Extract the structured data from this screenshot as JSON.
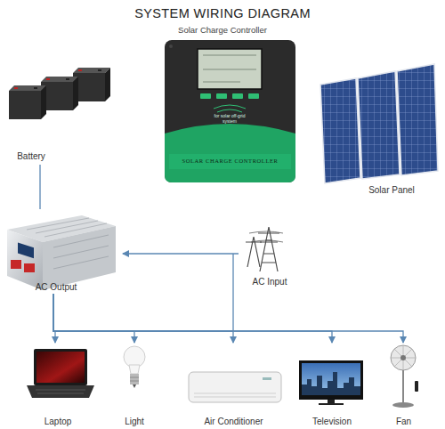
{
  "diagram": {
    "title": "SYSTEM WIRING DIAGRAM",
    "nodes": [
      {
        "text": [
          "Solar Charge Controller",
          "SOLAR CHARGE CONTROLLER"
        ]
      },
      {
        "text": [
          "Battery"
        ]
      },
      {
        "text": [
          "Solar Panel"
        ]
      },
      {
        "text": [
          "AC Output"
        ]
      },
      {
        "text": [
          "AC Input"
        ]
      },
      {
        "text": [
          "Laptop"
        ]
      },
      {
        "text": [
          "Light"
        ]
      },
      {
        "text": [
          "Air Conditioner"
        ]
      },
      {
        "text": [
          "Television"
        ]
      },
      {
        "text": [
          "Fan"
        ]
      }
    ],
    "edges": [
      {
        "from": 1,
        "to": 3,
        "arrow": "none"
      },
      {
        "from": 4,
        "to": 3,
        "arrow": "to"
      },
      {
        "from": 3,
        "to": 5,
        "arrow": "to"
      },
      {
        "from": 3,
        "to": 6,
        "arrow": "to"
      },
      {
        "from": 3,
        "to": 7,
        "arrow": "to"
      },
      {
        "from": 3,
        "to": 8,
        "arrow": "to"
      },
      {
        "from": 3,
        "to": 9,
        "arrow": "to"
      }
    ],
    "labels": [
      "for solar off-grid system"
    ]
  }
}
